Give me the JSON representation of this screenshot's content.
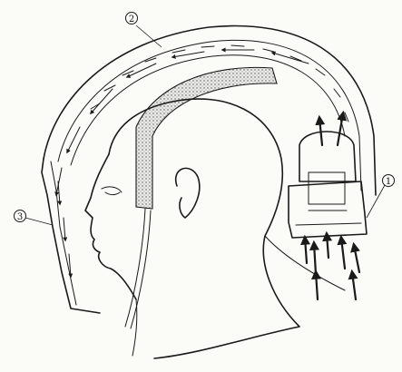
{
  "diagram": {
    "callouts": [
      {
        "id": "1",
        "label": "1"
      },
      {
        "id": "2",
        "label": "2"
      },
      {
        "id": "3",
        "label": "3"
      }
    ],
    "colors": {
      "ink": "#1a1a1a",
      "paper": "#fbfbf8",
      "padding": "#cfcfcf"
    }
  }
}
